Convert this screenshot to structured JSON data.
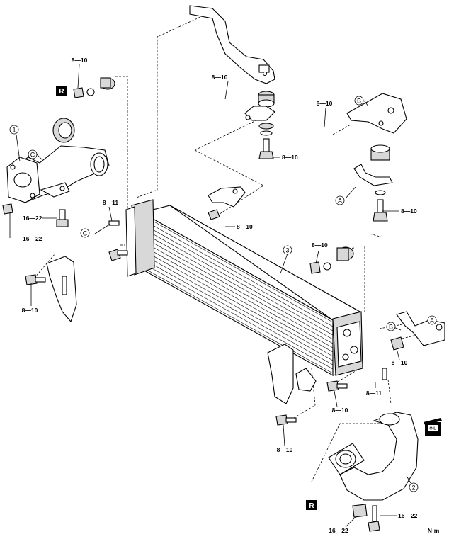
{
  "diagram": {
    "torque_labels": [
      "8—10",
      "16—22",
      "8—11"
    ],
    "callouts": [
      "1",
      "2",
      "3",
      "A",
      "B",
      "C"
    ],
    "replace_mark": "R",
    "oil_mark": "OIL",
    "unit_label": "N·m"
  }
}
